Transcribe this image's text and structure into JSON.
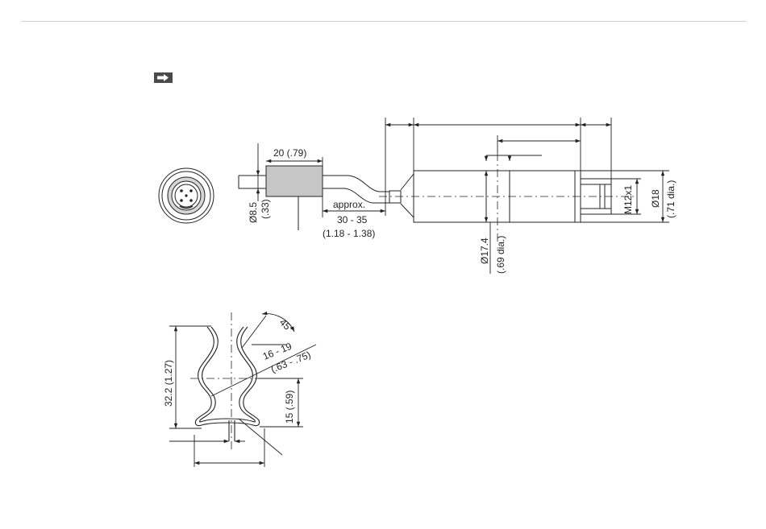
{
  "colors": {
    "line": "#222222",
    "shade": "#c6c6c6",
    "rule": "#cfcfcf",
    "badge": "#4a4a4a"
  },
  "icons": {
    "next": "right-arrow-icon"
  },
  "sensor": {
    "cable_length": "20 (.79)",
    "cable_dia": "Ø8.5",
    "cable_dia_in": "(.33)",
    "approx": "approx.",
    "bend_range": "30 - 35",
    "bend_range_in": "(1.18 - 1.38)",
    "thread": "M12x1",
    "housing_dia": "Ø18",
    "housing_dia_in": "(.71 dia.)",
    "body_dia": "Ø17.4",
    "body_dia_in": "(.69 dia.)"
  },
  "clip": {
    "angle": "45°",
    "radius": "16 - 19",
    "radius_in": "(.63 - .75)",
    "height": "32.2 (1.27)",
    "depth": "15 (.59)"
  }
}
